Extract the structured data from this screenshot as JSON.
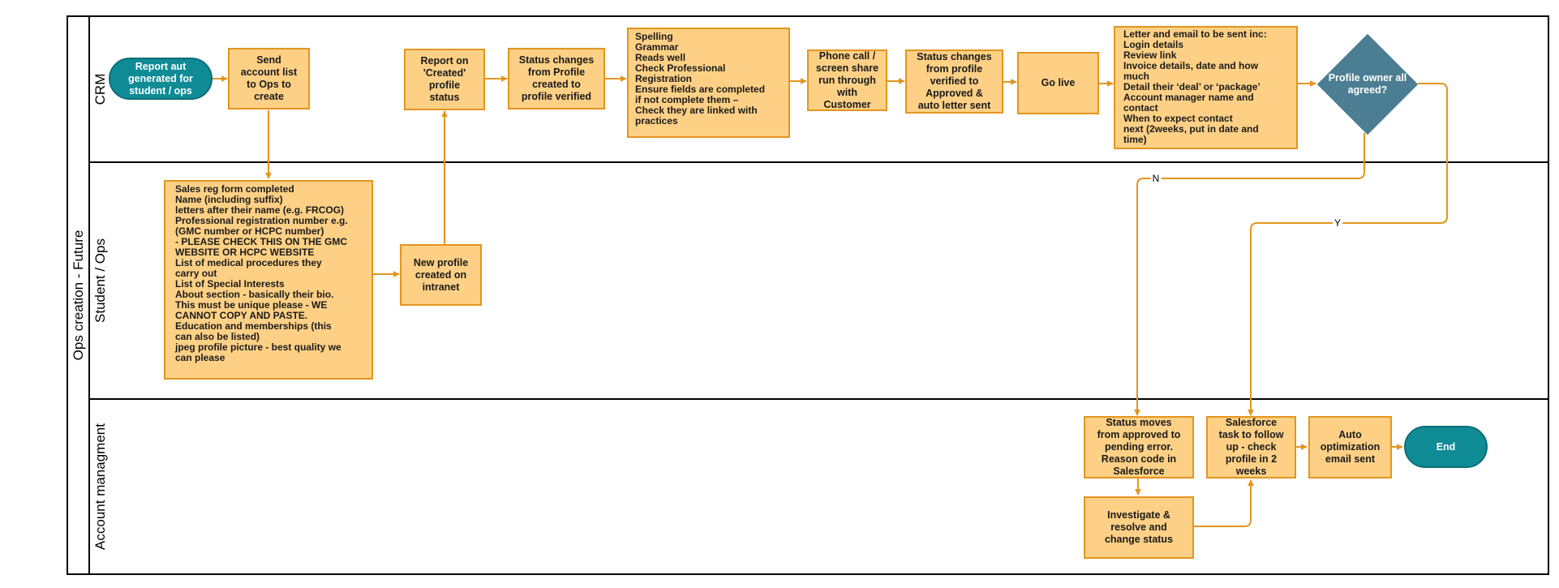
{
  "diagram": {
    "pool_title": "Ops creation - Future",
    "lanes": [
      "CRM",
      "Student / Ops",
      "Account managment"
    ],
    "nodes": {
      "report_start": "Report aut\ngenerated for\nstudent / ops",
      "send_list": "Send\naccount list\nto Ops to\ncreate",
      "sales_form": "  Sales reg form completed\n   Name (including suffix)\nletters after their name (e.g. FRCOG)\nProfessional registration number e.g.\n(GMC number or HCPC number)\n- PLEASE CHECK THIS ON THE GMC\nWEBSITE OR HCPC WEBSITE\nList of medical procedures they\ncarry out\nList of Special Interests\nAbout section - basically their bio.\nThis must be unique please - WE\nCANNOT COPY AND PASTE.\nEducation and memberships (this\ncan also be listed)\njpeg profile picture - best quality we\ncan please",
      "new_profile": "New  profile\ncreated on\nintranet",
      "report_created": "Report on\n'Created'\nprofile\nstatus",
      "status_verified": "Status changes\nfrom Profile\ncreated to\nprofile verified",
      "checks": "  Spelling\nGrammar\nReads well\nCheck Professional\nRegistration\nEnsure fields are completed\n     if not complete them            –\nCheck they are linked with\npractices",
      "phone_call": "Phone call /\nscreen share\nrun through\nwith\nCustomer",
      "status_approved": "Status changes\nfrom profile\nverified to\nApproved &\nauto letter sent",
      "go_live": "Go live",
      "letter": "Letter and email to be sent inc:\nLogin details\nReview link\nInvoice details, date and how\nmuch\nDetail their ‘deal’ or ‘package’\nAccount manager name and\ncontact\nWhen to expect contact\nnext (2weeks, put in date and\ntime)",
      "decision": "Profile owner all\nagreed?",
      "status_moves": "Status moves\nfrom approved to\npending error.\nReason code in\nSalesforce",
      "investigate": "Investigate &\nresolve and\nchange status",
      "salesforce_task": "Salesforce\ntask to follow\nup - check\nprofile in 2\nweeks",
      "auto_email": "Auto\noptimization\nemail sent",
      "end": "End"
    },
    "edge_labels": {
      "no": "N",
      "yes": "Y"
    },
    "colors": {
      "process_fill": "#fdd085",
      "process_border": "#e3951f",
      "terminal_fill": "#0f8b95",
      "decision_fill": "#4b7e92",
      "connector": "#e3951f"
    }
  }
}
